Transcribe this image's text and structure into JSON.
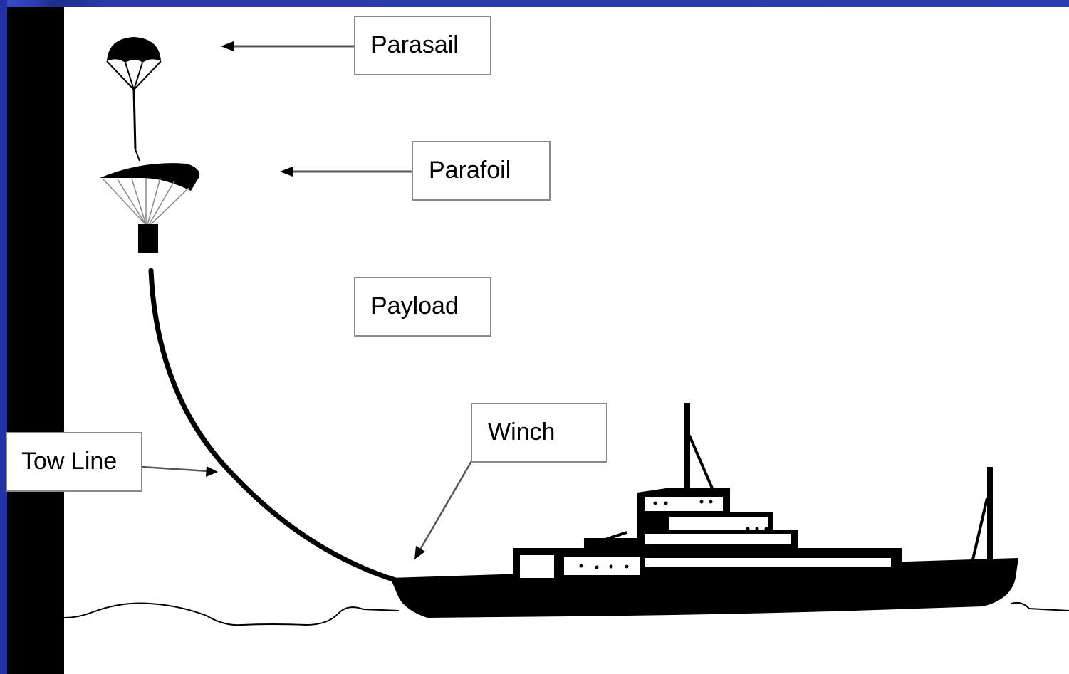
{
  "diagram": {
    "labels": {
      "parasail": "Parasail",
      "parafoil": "Parafoil",
      "payload": "Payload",
      "tow_line": "Tow Line",
      "winch": "Winch"
    },
    "colors": {
      "background": "#2b3cb0",
      "panel": "#ffffff",
      "ink": "#000000",
      "box_border": "#8a8a8a"
    }
  }
}
